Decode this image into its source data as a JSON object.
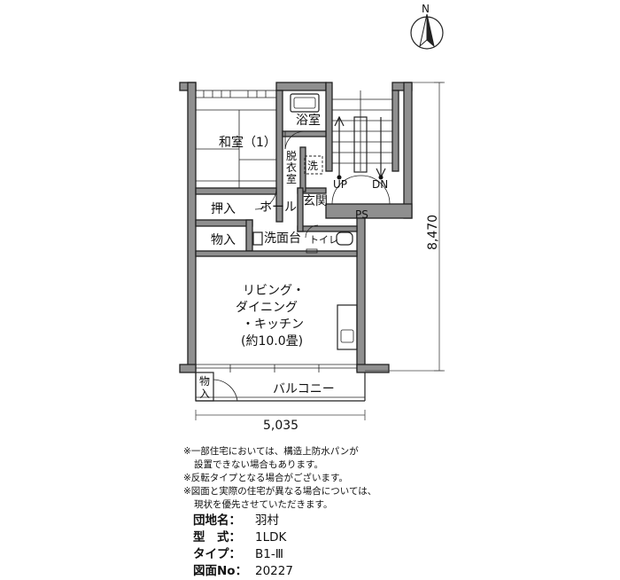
{
  "compass": {
    "north_label": "N"
  },
  "rooms": {
    "washitsu": "和室（1）",
    "yokushitsu": "浴室",
    "datsuishitsu_1": "脱",
    "datsuishitsu_2": "衣",
    "datsuishitsu_3": "室",
    "sentakuki": "洗",
    "oshiire": "押入",
    "hall": "ホール",
    "genkan": "玄関",
    "monoire": "物入",
    "senmendai": "洗面台",
    "toilet": "トイレ",
    "ldk_line1": "リビング・",
    "ldk_line2": "ダイニング",
    "ldk_line3": "・キッチン",
    "ldk_line4": "(約10.0畳)",
    "balcony": "バルコニー",
    "monoire_small_1": "物",
    "monoire_small_2": "入",
    "stair_up": "UP",
    "stair_down": "DN",
    "ps": "PS"
  },
  "dimensions": {
    "width": "5,035",
    "depth": "8,470"
  },
  "notes": [
    "※一部住宅においては、構造上防水パンが",
    "設置できない場合もあります。",
    "※反転タイプとなる場合がございます。",
    "※図面と実際の住宅が異なる場合については、",
    "現状を優先させていただきます。"
  ],
  "info": [
    {
      "key": "団地名：",
      "value": "羽村"
    },
    {
      "key": "型　式：",
      "value": "1LDK"
    },
    {
      "key": "タイプ：",
      "value": "B1-Ⅲ"
    },
    {
      "key": "図面No：",
      "value": "20227"
    }
  ]
}
